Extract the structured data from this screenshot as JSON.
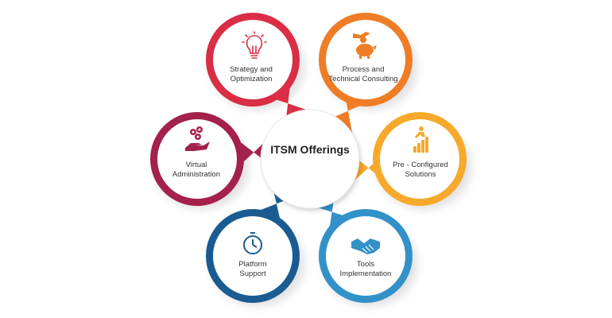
{
  "center": {
    "title": "ITSM Offerings"
  },
  "petals": [
    {
      "key": "strategy",
      "lines": [
        "Strategy and",
        "Optimization"
      ],
      "color": "#d92e45",
      "icon": "lightbulb-icon"
    },
    {
      "key": "process",
      "lines": [
        "Process and",
        "Technical Consulting"
      ],
      "color": "#ef7d25",
      "icon": "piggy-bank-coin-icon"
    },
    {
      "key": "preconfigured",
      "lines": [
        "Pre - Configured",
        "Solutions"
      ],
      "color": "#f6a92b",
      "icon": "growth-chart-runner-icon"
    },
    {
      "key": "tools",
      "lines": [
        "Tools",
        "Implementation"
      ],
      "color": "#3291c9",
      "icon": "handshake-icon"
    },
    {
      "key": "platform",
      "lines": [
        "Platform",
        "Support"
      ],
      "color": "#1a5c91",
      "icon": "clock-icon"
    },
    {
      "key": "virtual",
      "lines": [
        "Virtual",
        "Administration"
      ],
      "color": "#a3214a",
      "icon": "hand-with-gears-icon"
    }
  ]
}
